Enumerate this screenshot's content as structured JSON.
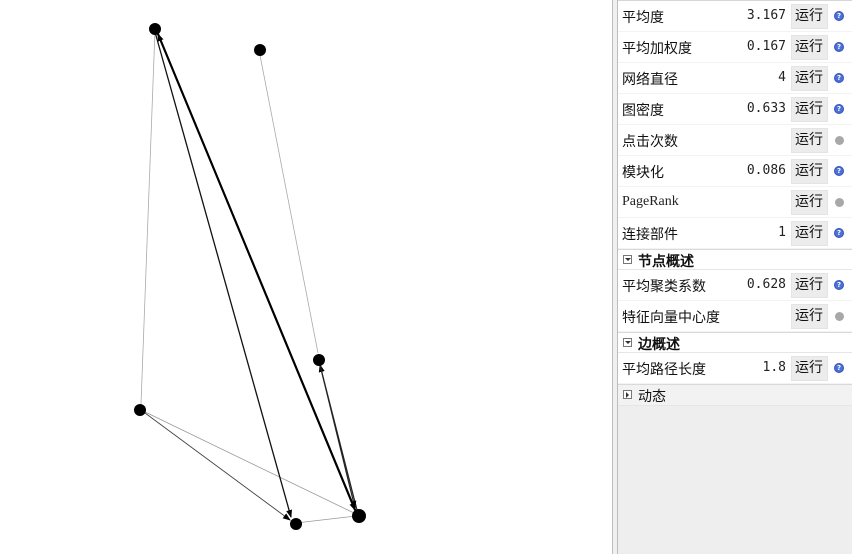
{
  "network_stats": [
    {
      "label": "平均度",
      "value": "3.167",
      "run": "运行",
      "status": "info"
    },
    {
      "label": "平均加权度",
      "value": "0.167",
      "run": "运行",
      "status": "info"
    },
    {
      "label": "网络直径",
      "value": "4",
      "run": "运行",
      "status": "info"
    },
    {
      "label": "图密度",
      "value": "0.633",
      "run": "运行",
      "status": "info"
    },
    {
      "label": "点击次数",
      "value": "",
      "run": "运行",
      "status": "disabled"
    },
    {
      "label": "模块化",
      "value": "0.086",
      "run": "运行",
      "status": "info"
    },
    {
      "label": "PageRank",
      "value": "",
      "run": "运行",
      "status": "disabled"
    },
    {
      "label": "连接部件",
      "value": "1",
      "run": "运行",
      "status": "info"
    }
  ],
  "node_overview": {
    "title": "节点概述",
    "rows": [
      {
        "label": "平均聚类系数",
        "value": "0.628",
        "run": "运行",
        "status": "info"
      },
      {
        "label": "特征向量中心度",
        "value": "",
        "run": "运行",
        "status": "disabled"
      }
    ]
  },
  "edge_overview": {
    "title": "边概述",
    "rows": [
      {
        "label": "平均路径长度",
        "value": "1.8",
        "run": "运行",
        "status": "info"
      }
    ]
  },
  "dynamic": {
    "title": "动态"
  },
  "icons": {
    "info": "info-icon",
    "disabled": "disabled-dot-icon",
    "toggle": "collapse-toggle-icon"
  },
  "colors": {
    "info_icon": "#4c6fd8",
    "disabled_dot": "#a8a8a8",
    "node": "#000000"
  }
}
